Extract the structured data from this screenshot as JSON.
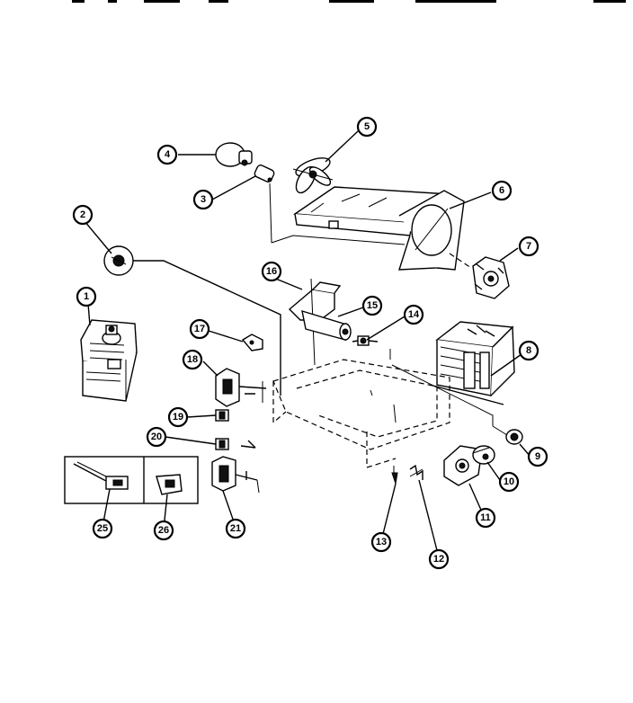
{
  "callouts": [
    {
      "id": "c1",
      "label": "1"
    },
    {
      "id": "c2",
      "label": "2"
    },
    {
      "id": "c3",
      "label": "3"
    },
    {
      "id": "c4",
      "label": "4"
    },
    {
      "id": "c5",
      "label": "5"
    },
    {
      "id": "c6",
      "label": "6"
    },
    {
      "id": "c7",
      "label": "7"
    },
    {
      "id": "c8",
      "label": "8"
    },
    {
      "id": "c9",
      "label": "9"
    },
    {
      "id": "c10",
      "label": "10"
    },
    {
      "id": "c11",
      "label": "11"
    },
    {
      "id": "c12",
      "label": "12"
    },
    {
      "id": "c13",
      "label": "13"
    },
    {
      "id": "c14",
      "label": "14"
    },
    {
      "id": "c15",
      "label": "15"
    },
    {
      "id": "c16",
      "label": "16"
    },
    {
      "id": "c17",
      "label": "17"
    },
    {
      "id": "c18",
      "label": "18"
    },
    {
      "id": "c19",
      "label": "19"
    },
    {
      "id": "c20",
      "label": "20"
    },
    {
      "id": "c21",
      "label": "21"
    },
    {
      "id": "c25",
      "label": "25"
    },
    {
      "id": "c26",
      "label": "26"
    }
  ]
}
